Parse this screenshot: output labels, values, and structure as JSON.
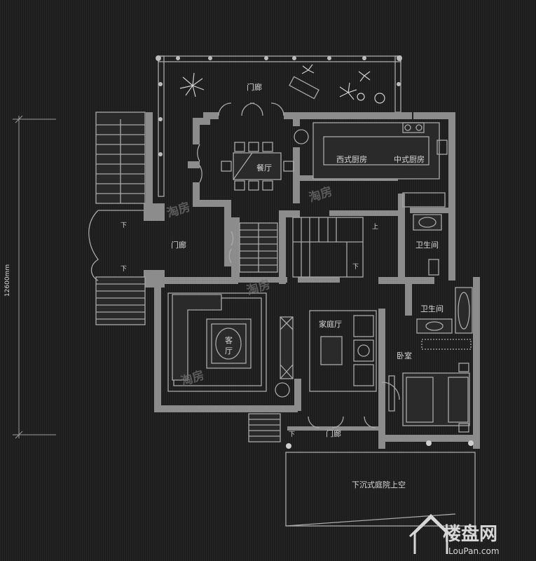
{
  "rooms": {
    "porch_top": "门廊",
    "dining": "餐厅",
    "western_kitchen": "西式厨房",
    "chinese_kitchen": "中式厨房",
    "porch_left": "门廊",
    "bath_1": "卫生间",
    "bath_2": "卫生间",
    "family_room": "家庭厅",
    "living_line1": "客",
    "living_line2": "厅",
    "bedroom": "卧室",
    "porch_bottom": "门廊",
    "sunken_courtyard": "下沉式庭院上空"
  },
  "stair_marks": {
    "down_upper_left": "下",
    "down_lower_left": "下",
    "up_main": "上",
    "down_main": "下",
    "down_bottom": "下"
  },
  "dimension": {
    "overall_height": "12600mm"
  },
  "watermarks": [
    "淘房",
    "淘房",
    "淘房",
    "淘房"
  ],
  "logo": {
    "brand": "楼盘网",
    "url": "LouPan.com"
  },
  "colors": {
    "background": "#1d1d1d",
    "wall": "#8c8c8c",
    "line": "#a9a9a9",
    "text": "#d8d8d8"
  }
}
